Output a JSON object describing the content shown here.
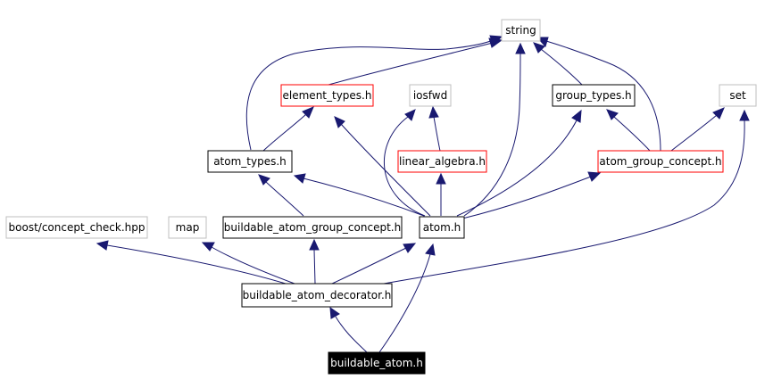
{
  "colors": {
    "edge": "#191970",
    "border_normal": "#000000",
    "border_missing": "#bfbfbf",
    "border_truncated": "#ff0000",
    "root_fill": "#000000",
    "root_text": "#ffffff"
  },
  "nodes": {
    "string": "string",
    "element_types": "element_types.h",
    "iosfwd": "iosfwd",
    "group_types": "group_types.h",
    "set": "set",
    "atom_types": "atom_types.h",
    "linear_algebra": "linear_algebra.h",
    "atom_group_concept": "atom_group_concept.h",
    "boost_concept_check": "boost/concept_check.hpp",
    "map": "map",
    "buildable_atom_group_concept": "buildable_atom_group_concept.h",
    "atom": "atom.h",
    "buildable_atom_decorator": "buildable_atom_decorator.h",
    "buildable_atom": "buildable_atom.h"
  }
}
